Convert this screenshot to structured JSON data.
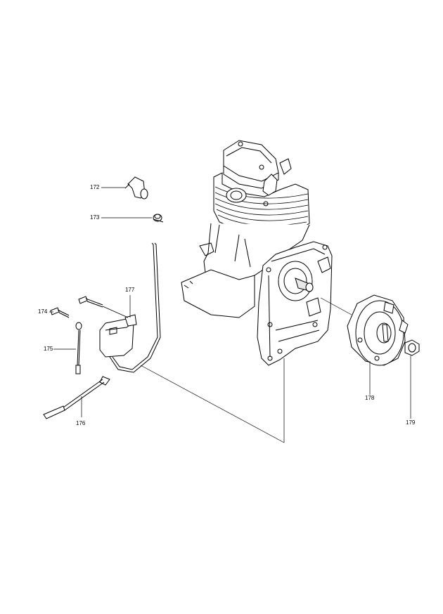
{
  "parts": {
    "p172": "172",
    "p173": "173",
    "p174": "174",
    "p175": "175",
    "p176": "176",
    "p177": "177",
    "p178": "178",
    "p179": "179"
  }
}
